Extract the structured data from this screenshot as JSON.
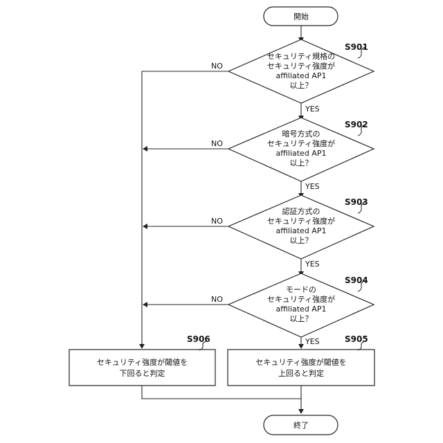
{
  "flowchart": {
    "start": "開始",
    "end": "終了",
    "yes_label": "YES",
    "no_label": "NO",
    "decisions": [
      {
        "step": "S901",
        "lines": [
          "セキュリティ規格の",
          "セキュリティ強度が",
          "affiliated AP1",
          "以上？"
        ]
      },
      {
        "step": "S902",
        "lines": [
          "暗号方式の",
          "セキュリティ強度が",
          "affiliated AP1",
          "以上？"
        ]
      },
      {
        "step": "S903",
        "lines": [
          "認証方式の",
          "セキュリティ強度が",
          "affiliated AP1",
          "以上？"
        ]
      },
      {
        "step": "S904",
        "lines": [
          "モードの",
          "セキュリティ強度が",
          "affiliated AP1",
          "以上？"
        ]
      }
    ],
    "process_below": {
      "step": "S906",
      "lines": [
        "セキュリティ強度が閾値を",
        "下回ると判定"
      ]
    },
    "process_above": {
      "step": "S905",
      "lines": [
        "セキュリティ強度が閾値を",
        "上回ると判定"
      ]
    }
  }
}
